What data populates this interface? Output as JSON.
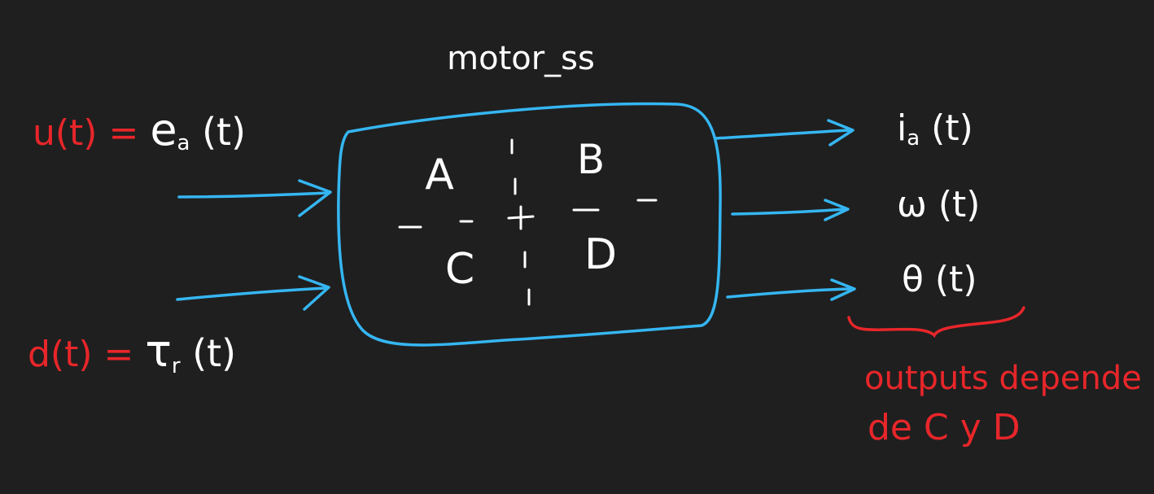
{
  "title": "motor_ss",
  "inputs": [
    {
      "label": "u(t) = ",
      "signal": "e",
      "subscript": "a",
      "arg": " (t)"
    },
    {
      "label": "d(t) = ",
      "signal": "τ",
      "subscript": "r",
      "arg": " (t)"
    }
  ],
  "matrix": {
    "a": "A",
    "b": "B",
    "c": "C",
    "d": "D"
  },
  "outputs": [
    {
      "signal": "i",
      "subscript": "a",
      "arg": " (t)"
    },
    {
      "signal": "ω",
      "subscript": "",
      "arg": " (t)"
    },
    {
      "signal": "θ",
      "subscript": "",
      "arg": " (t)"
    }
  ],
  "note": {
    "line1": "outputs depende",
    "line2": "de C y D"
  },
  "colors": {
    "background": "#1f1f1f",
    "ink": "#ffffff",
    "annotation": "#e8262a",
    "wire": "#35b6f2"
  }
}
